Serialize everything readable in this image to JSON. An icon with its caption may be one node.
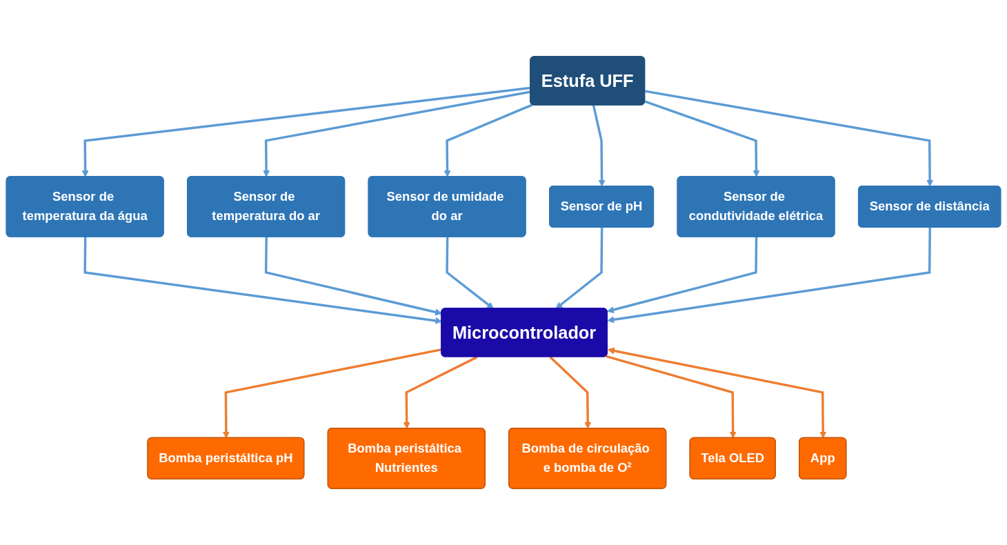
{
  "diagram": {
    "nodes": [
      {
        "text": [
          "Estufa UFF"
        ]
      },
      {
        "text": [
          "Sensor de temperatura da água"
        ]
      },
      {
        "text": [
          "Sensor de temperatura do ar"
        ]
      },
      {
        "text": [
          "Sensor de umidade do ar"
        ]
      },
      {
        "text": [
          "Sensor de pH"
        ]
      },
      {
        "text": [
          "Sensor de condutividade elétrica"
        ]
      },
      {
        "text": [
          "Sensor de distância"
        ]
      },
      {
        "text": [
          "Microcontrolador"
        ]
      },
      {
        "text": [
          "Bomba peristáltica pH"
        ]
      },
      {
        "text": [
          "Bomba peristáltica Nutrientes"
        ]
      },
      {
        "text": [
          "Bomba de circulação e bomba de O²"
        ]
      },
      {
        "text": [
          "Tela OLED"
        ]
      },
      {
        "text": [
          "App"
        ]
      }
    ],
    "edges": [
      {
        "from": 0,
        "to": 1,
        "arrow": "to"
      },
      {
        "from": 0,
        "to": 2,
        "arrow": "to"
      },
      {
        "from": 0,
        "to": 3,
        "arrow": "to"
      },
      {
        "from": 0,
        "to": 4,
        "arrow": "to"
      },
      {
        "from": 0,
        "to": 5,
        "arrow": "to"
      },
      {
        "from": 0,
        "to": 6,
        "arrow": "to"
      },
      {
        "from": 1,
        "to": 7,
        "arrow": "to"
      },
      {
        "from": 2,
        "to": 7,
        "arrow": "to"
      },
      {
        "from": 3,
        "to": 7,
        "arrow": "to"
      },
      {
        "from": 4,
        "to": 7,
        "arrow": "to"
      },
      {
        "from": 5,
        "to": 7,
        "arrow": "to"
      },
      {
        "from": 6,
        "to": 7,
        "arrow": "to"
      },
      {
        "from": 7,
        "to": 8,
        "arrow": "to",
        "color": "#ed7d31"
      },
      {
        "from": 7,
        "to": 9,
        "arrow": "to",
        "color": "#ed7d31"
      },
      {
        "from": 7,
        "to": 10,
        "arrow": "to",
        "color": "#ed7d31"
      },
      {
        "from": 7,
        "to": 11,
        "arrow": "to",
        "color": "#ed7d31"
      },
      {
        "from": 7,
        "to": 12,
        "arrow": "both",
        "color": "#ed7d31"
      }
    ]
  }
}
